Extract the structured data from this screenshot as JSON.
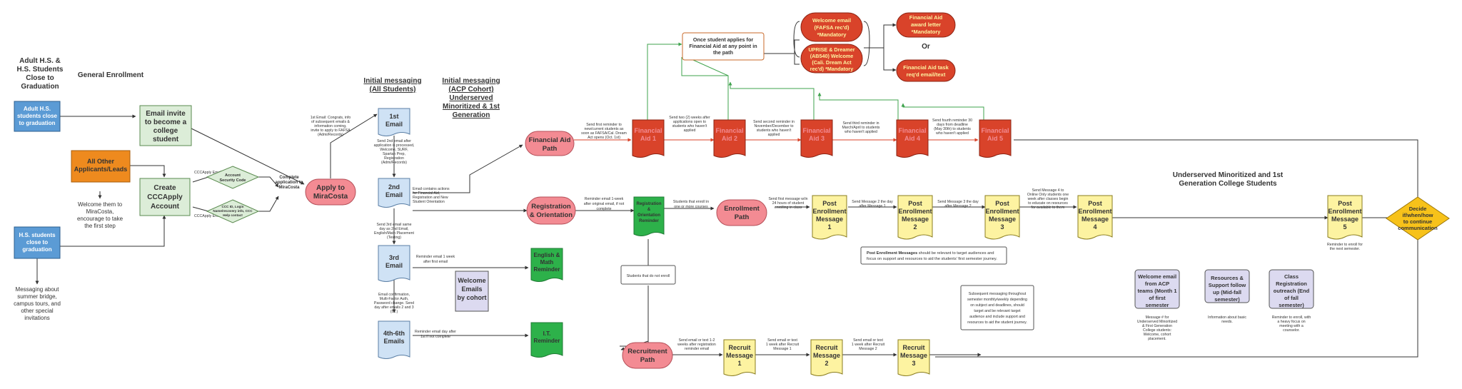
{
  "headings": {
    "adult_hs": [
      "Adult H.S. &",
      "H.S. Students",
      "Close to",
      "Graduation"
    ],
    "general": "General Enrollment",
    "initial_all": [
      "Initial messaging",
      "(All Students)"
    ],
    "initial_acp": [
      "Initial messaging",
      "(ACP Cohort)",
      "Underserved",
      "Minoritized & 1st",
      "Generation"
    ],
    "underserved": [
      "Underserved Minoritized and 1st",
      "Generation College Students"
    ]
  },
  "nodes": {
    "adult_hs": [
      "Adult H.S.",
      "students close",
      "to graduation"
    ],
    "all_other": [
      "All Other",
      "Applicants/Leads"
    ],
    "hs_students": [
      "H.S. students",
      "close to",
      "graduation"
    ],
    "email_invite": [
      "Email invite",
      "to become a",
      "college",
      "student"
    ],
    "create_cccapply": [
      "Create",
      "CCCApply",
      "Account"
    ],
    "welcome_text": [
      "Welcome them to",
      "MiraCosta,",
      "encourage to take",
      "the first step"
    ],
    "messaging_text": [
      "Messaging about",
      "summer bridge,",
      "campus tours, and",
      "other special",
      "invitations"
    ],
    "account_security": [
      "Account",
      "Security Code"
    ],
    "ccc_id": [
      "CCC ID, Login",
      "Name/recovery info, CCC",
      "Help contact"
    ],
    "cccapply_email1": "CCCApply Email 1",
    "cccapply_email2": "CCCApply Email 2",
    "complete_app": [
      "Complete",
      "application to",
      "MiraCosta"
    ],
    "apply": [
      "Apply to",
      "MiraCosta"
    ],
    "first_email_note": [
      "1st Email: Congrats, info",
      "of subsequent emails &",
      "information coming,",
      "invite to apply to FAFSA",
      "(Admi/Records)"
    ],
    "email1": [
      "1st",
      "Email"
    ],
    "email2": [
      "2nd",
      "Email"
    ],
    "email3": [
      "3rd",
      "Email"
    ],
    "email46": [
      "4th-6th",
      "Emails"
    ],
    "email2_note": [
      "Send 2nd email after",
      "application is processed,",
      "Welcome, SURF,",
      "Spartan Prep,",
      "Registration",
      "(Admi/Records)"
    ],
    "email3_note": [
      "Send 3rd email same",
      "day as 2nd Email,",
      "English/Math Placement",
      "(Testing)"
    ],
    "email46_note": [
      "Email confirmation,",
      "Multi-Factor Auth,",
      "Password change. Send",
      "day after emails 2 and 3",
      "(I.T.)"
    ],
    "email2_contains": [
      "Email contains actions",
      "for Financial Aid,",
      "Registration and New",
      "Student Orientation"
    ],
    "remind1week": [
      "Reminder email 1 week",
      "after first email"
    ],
    "remind1day": [
      "Reminder email day after",
      "1st if not complete"
    ],
    "welcome_cohort": [
      "Welcome",
      "Emails",
      "by cohort"
    ],
    "eng_math": [
      "English &",
      "Math",
      "Reminder"
    ],
    "it_reminder": [
      "I.T.",
      "Reminder"
    ],
    "fa_path": [
      "Financial Aid",
      "Path"
    ],
    "reg_orient": [
      "Registration",
      "& Orientation"
    ],
    "reg_orient_rem": [
      "Registration",
      "&",
      "Orientation",
      "Reminder"
    ],
    "reg_note": [
      "Reminder email 1-week",
      "after original email, if not",
      "complete"
    ],
    "enroll_note": [
      "Students that enroll in",
      "one or more courses"
    ],
    "not_enroll": "Students that do not enroll",
    "enroll_path": [
      "Enrollment",
      "Path"
    ],
    "recruit_path": [
      "Recruitment",
      "Path"
    ],
    "once_student": [
      "Once student applies for",
      "Financial Aid at any point in",
      "the path"
    ],
    "welcome_fafsa": [
      "Welcome email",
      "(FAFSA rec'd)",
      "*Mandatory"
    ],
    "uprise": [
      "UPRISE & Dreamer",
      "(AB540) Welcome",
      "(Cali. Dream Act",
      "rec'd) *Mandatory"
    ],
    "fa_award": [
      "Financial Aid",
      "award letter",
      "*Mandatory"
    ],
    "or": "Or",
    "fa_task": [
      "Financial Aid task",
      "req'd email/text"
    ],
    "fa1": [
      "Financial",
      "Aid  1"
    ],
    "fa2": [
      "Financial",
      "Aid  2"
    ],
    "fa3": [
      "Financial",
      "Aid  3"
    ],
    "fa4": [
      "Financial",
      "Aid  4"
    ],
    "fa5": [
      "Financial",
      "Aid  5"
    ],
    "fa1_note": [
      "Send first reminder to",
      "new/current students as",
      "soon as FAFSA/Cal. Dream",
      "Act opens (Oct. 1st)"
    ],
    "fa2_note": [
      "Send two (2) weeks after",
      "applications open to",
      "students who haven't",
      "applied"
    ],
    "fa3_note": [
      "Send second reminder in",
      "November/December to",
      "students who haven't",
      "applied"
    ],
    "fa4_note": [
      "Send third reminder in",
      "March/April to students",
      "who haven't applied"
    ],
    "fa5_note": [
      "Send fourth reminder 30",
      "days from deadline",
      "(May 30th) to students",
      "who haven't applied"
    ],
    "pem1": [
      "Post",
      "Enrollment",
      "Message",
      "1"
    ],
    "pem2": [
      "Post",
      "Enrollment",
      "Message",
      "2"
    ],
    "pem3": [
      "Post",
      "Enrollment",
      "Message",
      "3"
    ],
    "pem4": [
      "Post",
      "Enrollment",
      "Message",
      "4"
    ],
    "pem5": [
      "Post",
      "Enrollment",
      "Message",
      "5"
    ],
    "pem1_note": [
      "Send first message w/in",
      "24 hours of student",
      "enrolling in class"
    ],
    "pem2_note": [
      "Send Message 2 the day",
      "after Message 1"
    ],
    "pem3_note": [
      "Send Message 3 the day",
      "after Message 2"
    ],
    "pem4_note": [
      "Send Message 4 to",
      "Online Only students one",
      "week after classes begin",
      "to educate on resources",
      "for available to them"
    ],
    "pem5_note": [
      "Reminder to enroll for",
      "the next semester."
    ],
    "pem_info_bold": "Post Enrollment Messages",
    "pem_info": [
      " should be relevant to target audiences and",
      "focus on support and resources to aid the students' first semester journey."
    ],
    "subsequent": [
      "Subsequent messaging throughout",
      "semester monthly/weekly depending",
      "on subject and deadlines, should",
      "target and be relevant target",
      "audience and include support and",
      "resources to aid the student journey."
    ],
    "rm1": [
      "Recruit",
      "Message",
      "1"
    ],
    "rm2": [
      "Recruit",
      "Message",
      "2"
    ],
    "rm3": [
      "Recruit",
      "Message",
      "3"
    ],
    "rm1_note": [
      "Send email or text 1-2",
      "weeks after registration",
      "reminder email"
    ],
    "rm2_note": [
      "Send email or text",
      "1 week after Recruit",
      "Message 1"
    ],
    "rm3_note": [
      "Send email or text",
      "1 week after Recruit",
      "Message 2"
    ],
    "acp_welcome": [
      "Welcome email",
      "from ACP",
      "teams (Month 1",
      "of first",
      "semester"
    ],
    "resources": [
      "Resources &",
      "Support follow",
      "up (Mid-fall",
      "semester)"
    ],
    "class_reg": [
      "Class",
      "Registration",
      "outreach (End",
      "of fall",
      "semester)"
    ],
    "acp_welcome_note": [
      "Message # for",
      "Underserved Minoritized",
      "& First Generation",
      "College students:",
      "Welcome, cohort",
      "placement."
    ],
    "resources_note": [
      "Information about basic",
      "needs."
    ],
    "class_reg_note": [
      "Reminder to enroll, with",
      "a heavy focus on",
      "meeting with a",
      "counselor."
    ],
    "decide": [
      "Decide",
      "if/when/how",
      "to continue",
      "communication"
    ]
  },
  "colors": {
    "blue": "#5b9bd5",
    "orange": "#ee8a1e",
    "light_green": "#dcedd8",
    "light_blue": "#cfe2f5",
    "pink": "#f38b93",
    "red": "#d9432a",
    "yellow": "#fdf3a1",
    "green": "#2db14a",
    "lavender": "#dcdaf0",
    "gold": "#f7c21a",
    "arrow_green": "#3fa34d",
    "arrow_red": "#d9432a"
  }
}
